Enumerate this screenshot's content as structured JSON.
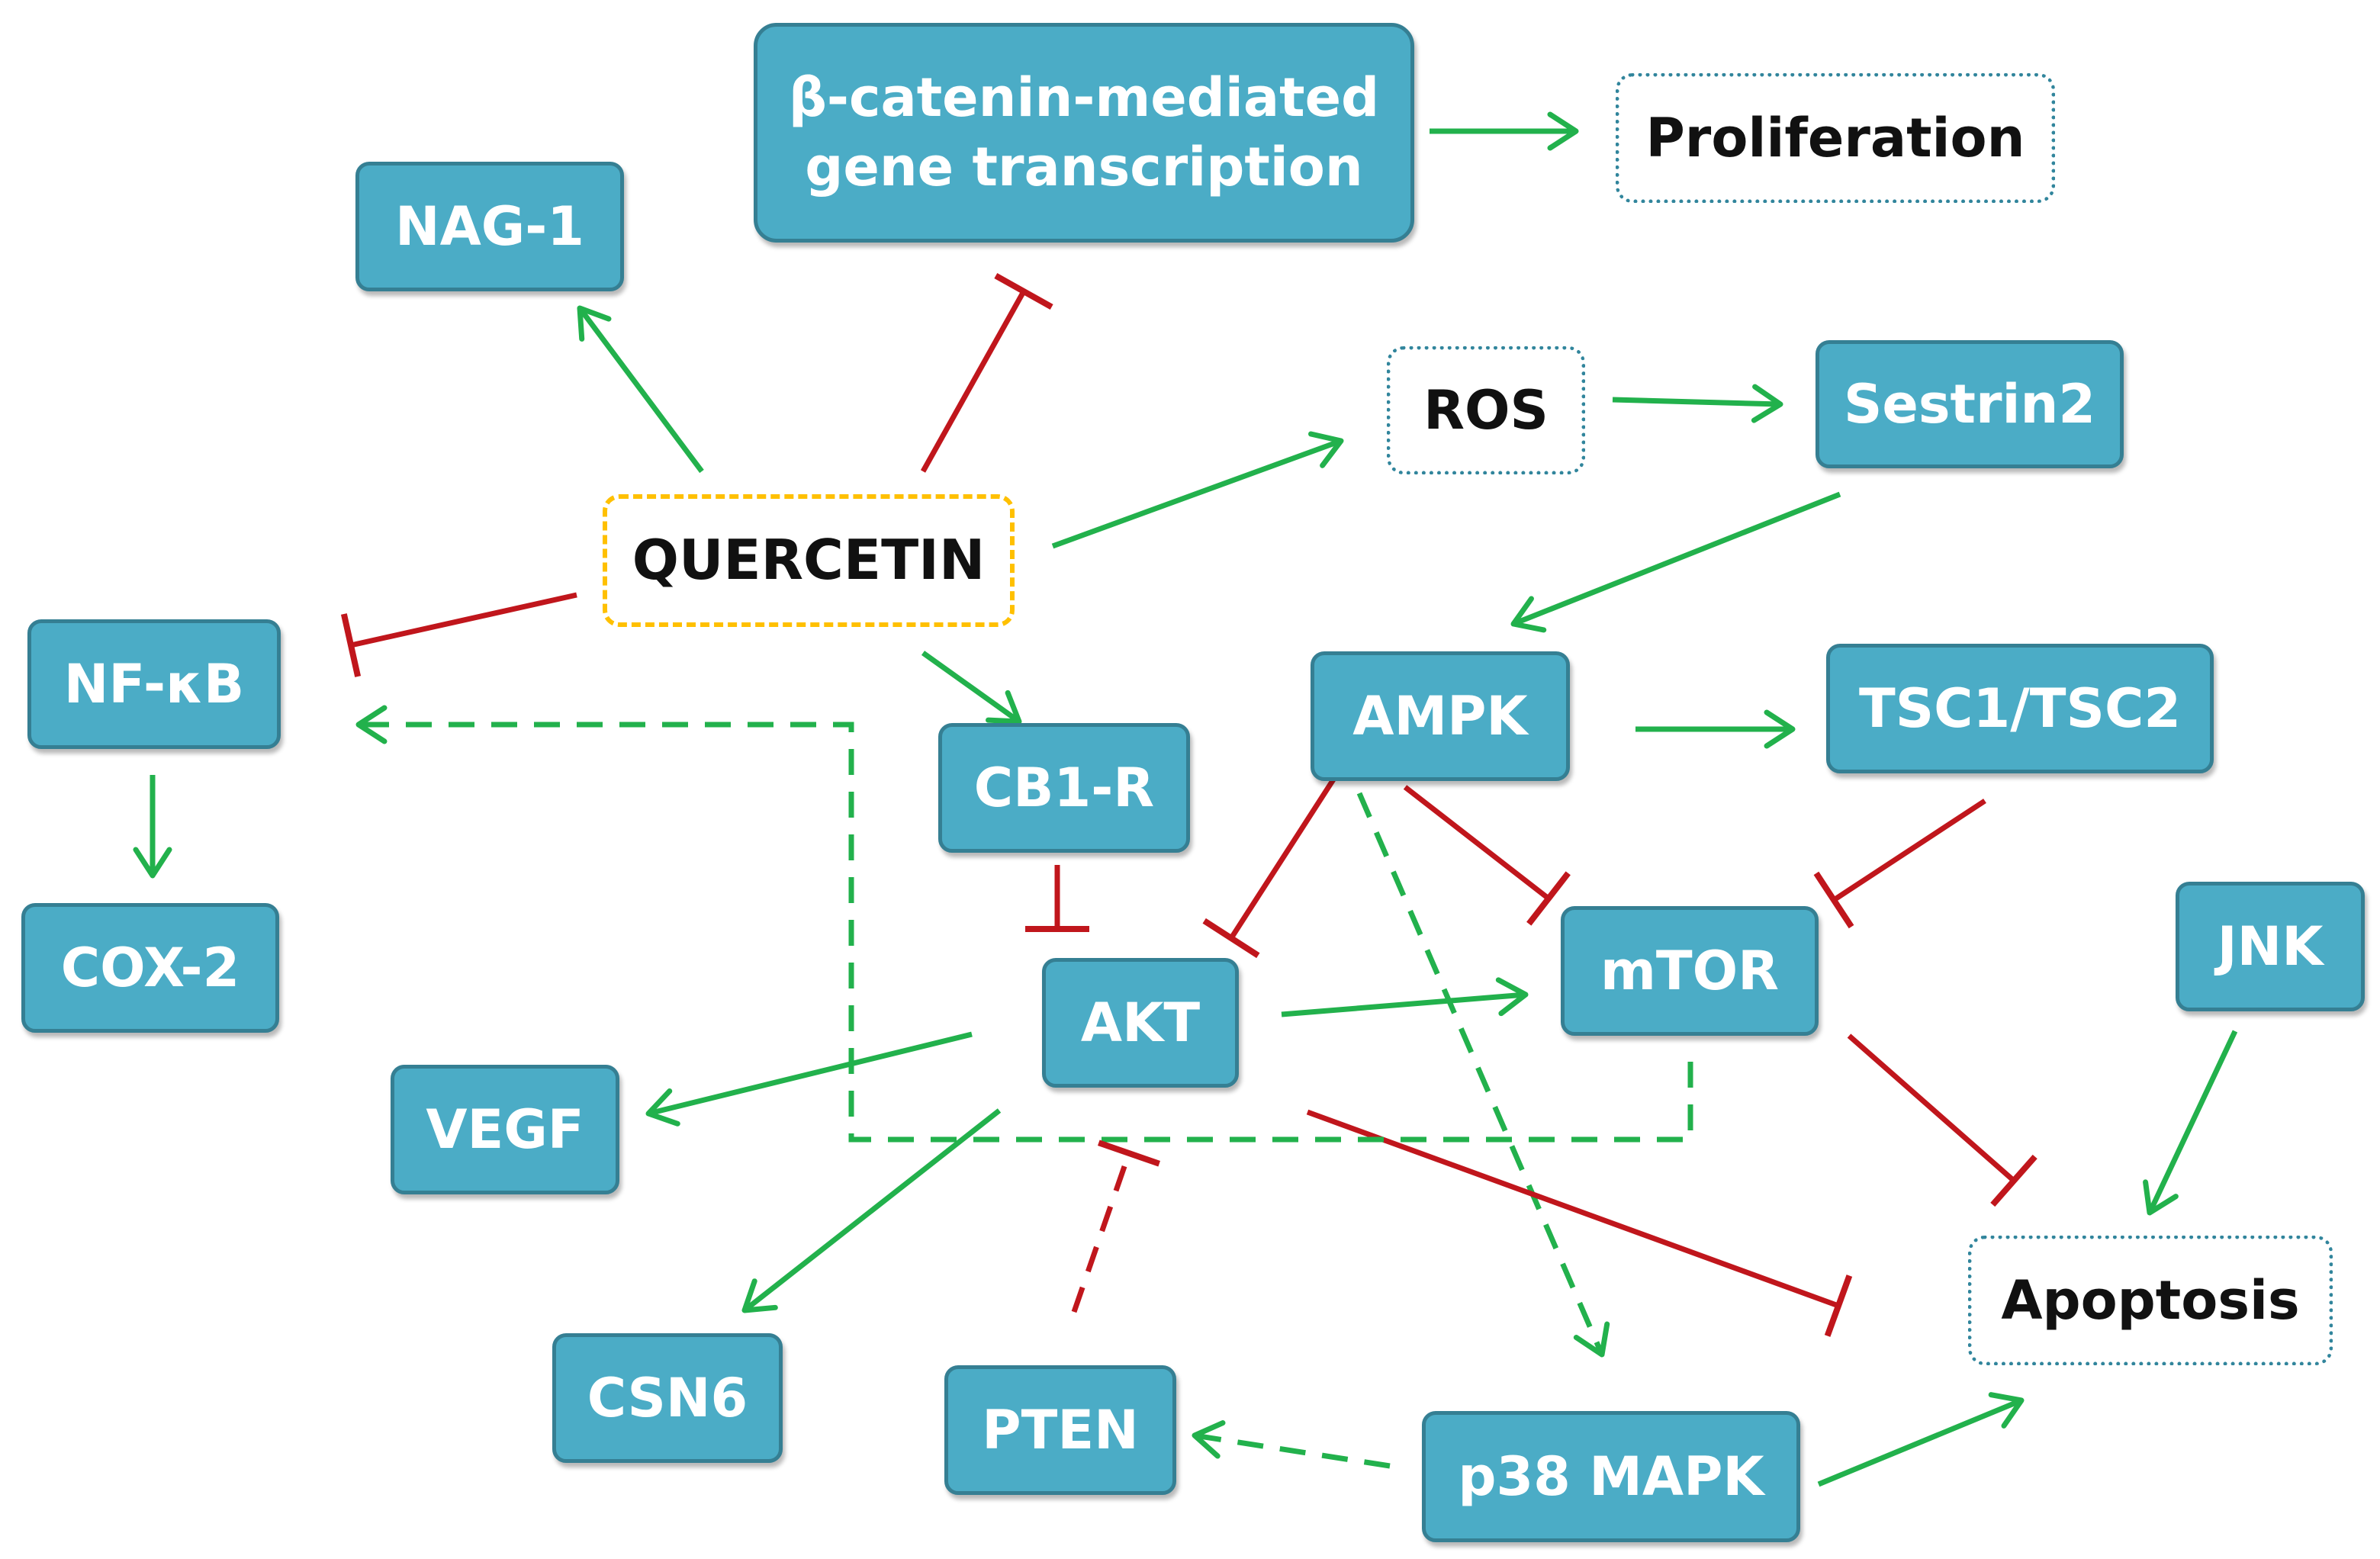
{
  "nodes": {
    "beta_catenin": "β-catenin-mediated\ngene transcription",
    "proliferation": "Proliferation",
    "nag1": "NAG-1",
    "ros": "ROS",
    "sestrin2": "Sestrin2",
    "quercetin": "QUERCETIN",
    "nfkb": "NF-κB",
    "ampk": "AMPK",
    "tsc": "TSC1/TSC2",
    "cb1r": "CB1-R",
    "cox2": "COX-2",
    "mtor": "mTOR",
    "jnk": "JNK",
    "akt": "AKT",
    "vegf": "VEGF",
    "apoptosis": "Apoptosis",
    "csn6": "CSN6",
    "pten": "PTEN",
    "p38": "p38 MAPK"
  },
  "colors": {
    "activation": "#22b14c",
    "inhibition": "#c0161c",
    "node_fill": "#4bacc6",
    "node_border": "#357f93",
    "outcome_border": "#31859c",
    "quercetin_border": "#ffc000"
  }
}
